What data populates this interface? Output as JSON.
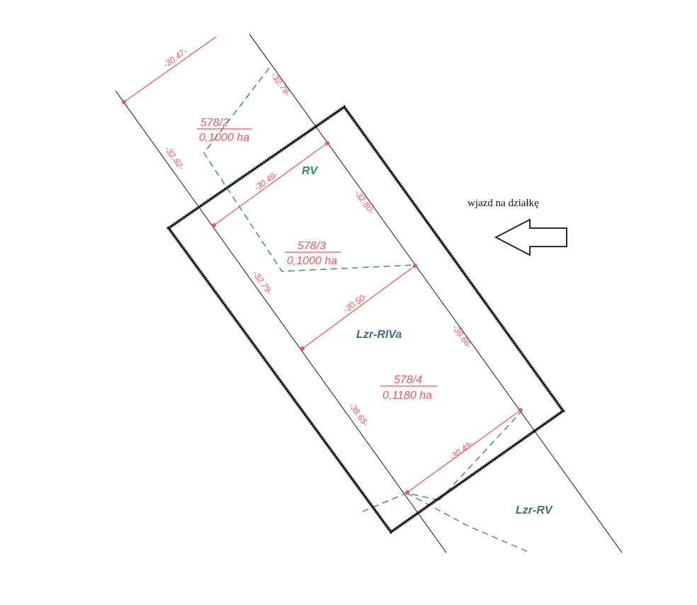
{
  "annotation": {
    "caption": "wjazd na działkę",
    "arrow_icon": "left-arrow-icon"
  },
  "parcels": [
    {
      "number": "578/2",
      "area": "0,1000 ha"
    },
    {
      "number": "578/3",
      "area": "0,1000 ha"
    },
    {
      "number": "578/4",
      "area": "0,1180 ha"
    }
  ],
  "zones": {
    "rv": "RV",
    "lzr_riva": "Lzr-RIVa",
    "lzr_rv": "Lzr-RV"
  },
  "dimensions": {
    "top_width": "-30.47-",
    "left_578_2": "-32.82-",
    "right_578_2": "-32.79-",
    "width_578_3_top": "-30.49-",
    "right_578_3": "-32.80-",
    "left_578_3": "-32.79-",
    "width_578_3_bottom": "-30.50-",
    "right_578_4": "-38.66-",
    "left_578_4": "-38.65-",
    "width_578_4_bottom": "-30.49-"
  },
  "colors": {
    "dimension_red": "#e8575b",
    "zone_green": "#2e8a6a",
    "zone_blue": "#3f6d78",
    "line_dark": "#2b2b2b"
  }
}
